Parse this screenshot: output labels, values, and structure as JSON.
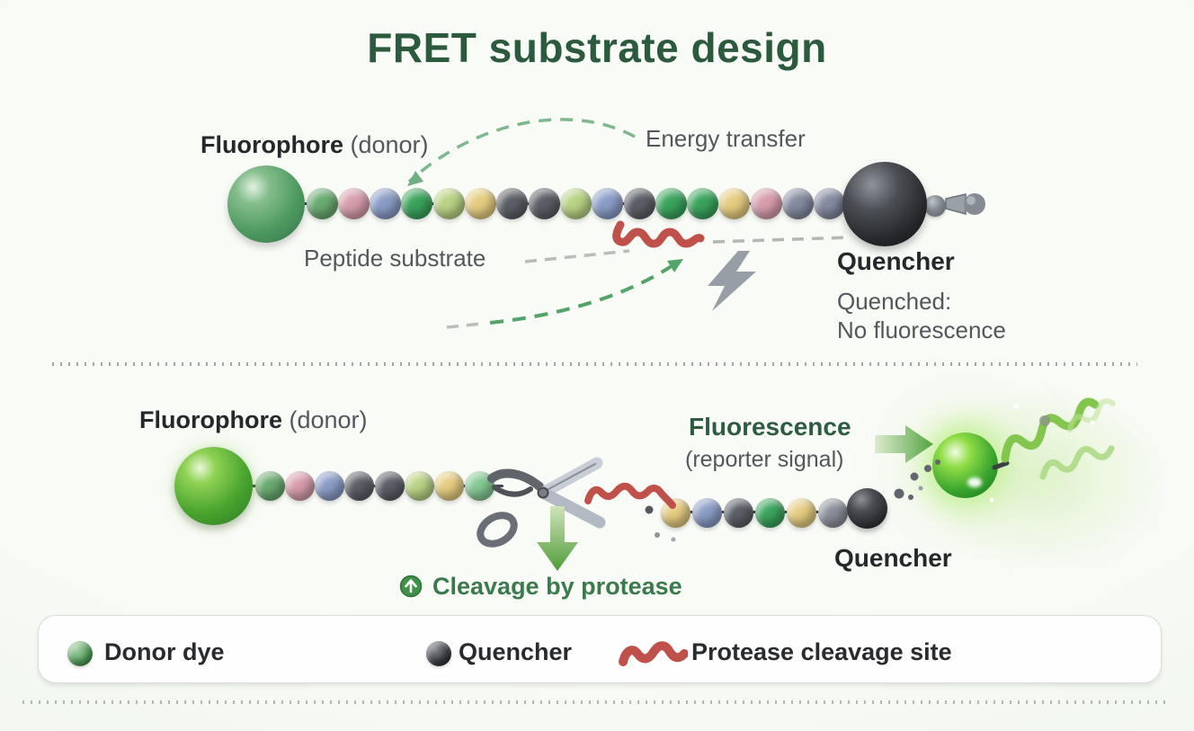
{
  "title": "FRET substrate design",
  "colors": {
    "green": "#69aa70",
    "brightgreen": "#3aa45c",
    "pink": "#d79dac",
    "blue": "#8a9cc6",
    "lightgreen": "#b9d284",
    "yellow": "#e5cc80",
    "darkgray": "#5b5e66",
    "grayblue": "#848ba0",
    "gray": "#8a909b",
    "mint": "#84c892",
    "title_green": "#2c5a3d",
    "label_gray": "#54565b",
    "label_dark": "#26272b",
    "cleavage_green": "#3b7a4c",
    "squiggle_red": "#c0504a",
    "arrow_green": "#57a53f"
  },
  "panels": {
    "intact": {
      "fluorophore_name": "Fluorophore",
      "fluorophore_qualifier": " (donor)",
      "energy_transfer_label": "Energy transfer",
      "peptide_substrate_label": "Peptide substrate",
      "quencher_label": "Quencher",
      "quenched_line1": "Quenched:",
      "quenched_line2": "No fluorescence",
      "beads": [
        "green",
        "pink",
        "blue",
        "brightgreen",
        "lightgreen",
        "yellow",
        "darkgray",
        "darkgray",
        "lightgreen",
        "blue",
        "darkgray",
        "brightgreen",
        "brightgreen",
        "yellow",
        "pink",
        "grayblue",
        "grayblue"
      ]
    },
    "cleaved": {
      "fluorophore_name": "Fluorophore",
      "fluorophore_qualifier": " (donor)",
      "fluorescence_label": "Fluorescence",
      "reporter_label": "(reporter signal)",
      "quencher_label": "Quencher",
      "cleavage_label": "Cleavage by protease",
      "left_beads": [
        "green",
        "pink",
        "blue",
        "darkgray",
        "darkgray",
        "lightgreen",
        "yellow",
        "mint"
      ],
      "right_beads": [
        "yellow",
        "blue",
        "darkgray",
        "brightgreen",
        "yellow",
        "gray"
      ]
    }
  },
  "legend": {
    "items": [
      {
        "icon": "donor-dye-ball",
        "label": "Donor dye"
      },
      {
        "icon": "quencher-ball",
        "label": "Quencher"
      },
      {
        "icon": "protease-cleavage-squiggle",
        "label": "Protease cleavage site"
      }
    ]
  }
}
